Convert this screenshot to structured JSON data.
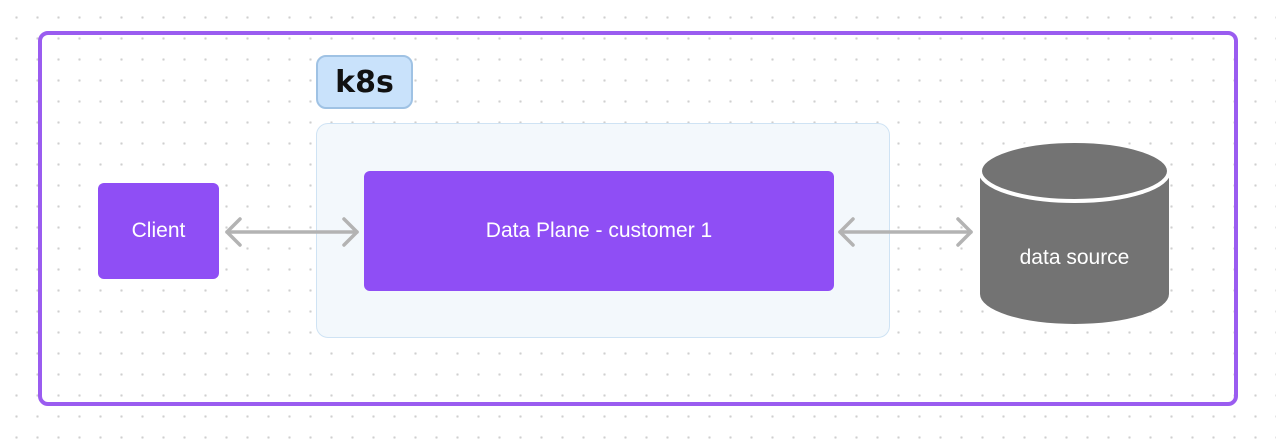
{
  "diagram": {
    "container_label": "k8s",
    "nodes": {
      "client": {
        "label": "Client"
      },
      "data_plane": {
        "label": "Data Plane - customer 1"
      },
      "data_source": {
        "label": "data source",
        "shape": "cylinder"
      }
    },
    "edges": [
      {
        "from": "client",
        "to": "data_plane",
        "direction": "bidirectional"
      },
      {
        "from": "data_plane",
        "to": "data_source",
        "direction": "bidirectional"
      }
    ],
    "colors": {
      "node_fill": "#8f4ef5",
      "frame_border": "#9a5cf0",
      "k8s_badge_fill": "#c9e2fb",
      "k8s_region_fill": "#f3f8fc",
      "cylinder_fill": "#737373",
      "cylinder_stroke": "#ffffff",
      "arrow": "#b3b3b3"
    }
  }
}
